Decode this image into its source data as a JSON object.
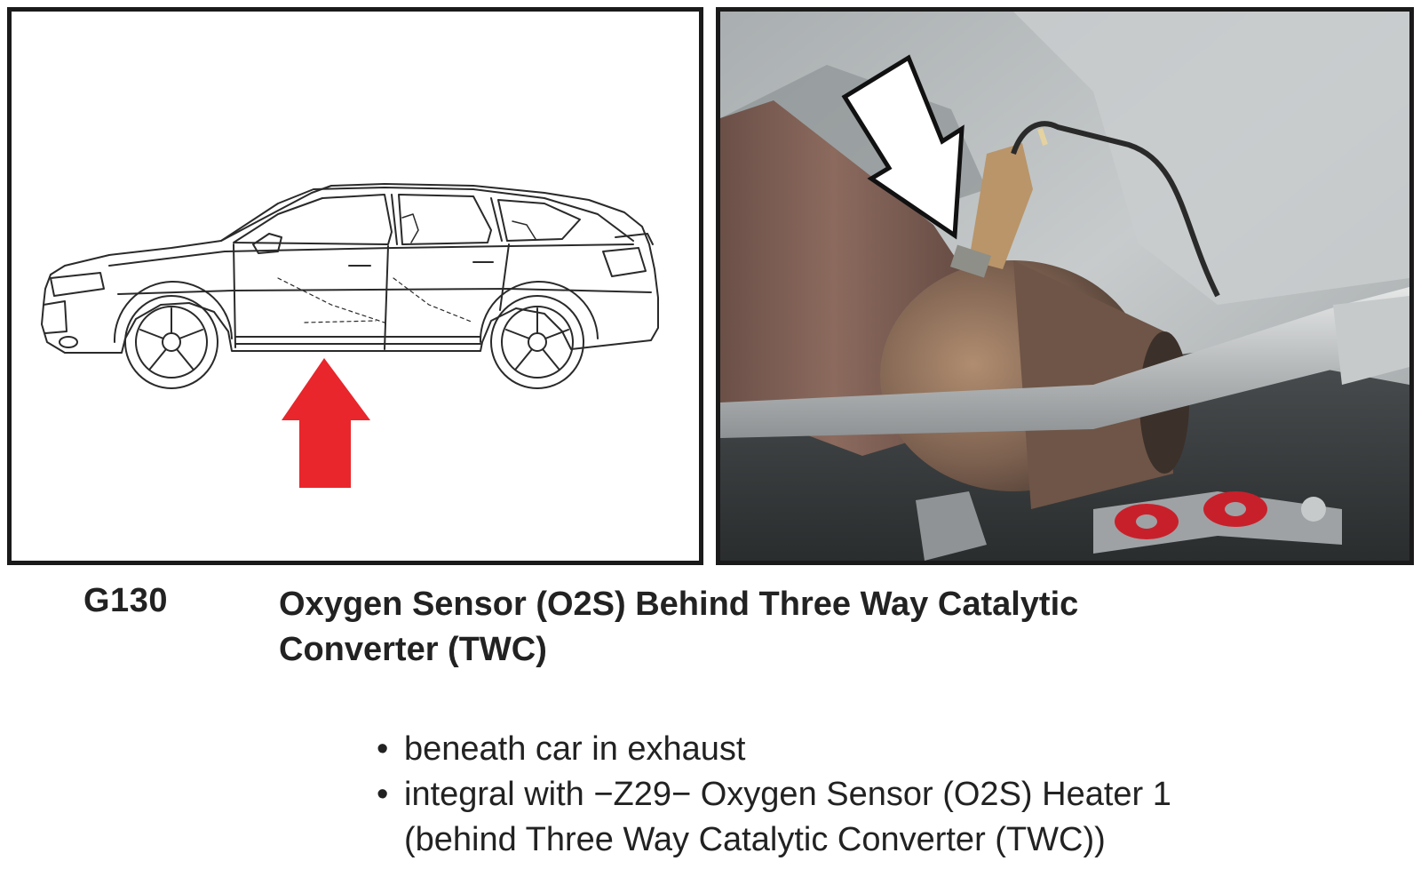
{
  "component": {
    "code": "G130",
    "title": "Oxygen Sensor (O2S) Behind Three Way Catalytic Converter (TWC)"
  },
  "notes": [
    "beneath car in exhaust",
    "integral with −Z29− Oxygen Sensor (O2S) Heater 1 (behind Three Way Catalytic Converter (TWC))"
  ],
  "bullet_glyph": "•",
  "colors": {
    "location_arrow": "#e8262b",
    "pointer_arrow": "#ffffff",
    "frame": "#1a1a1a"
  },
  "icons": {
    "car_diagram": "car-side-view-icon",
    "location_marker": "red-up-arrow-icon",
    "sensor_pointer": "white-down-arrow-icon"
  }
}
